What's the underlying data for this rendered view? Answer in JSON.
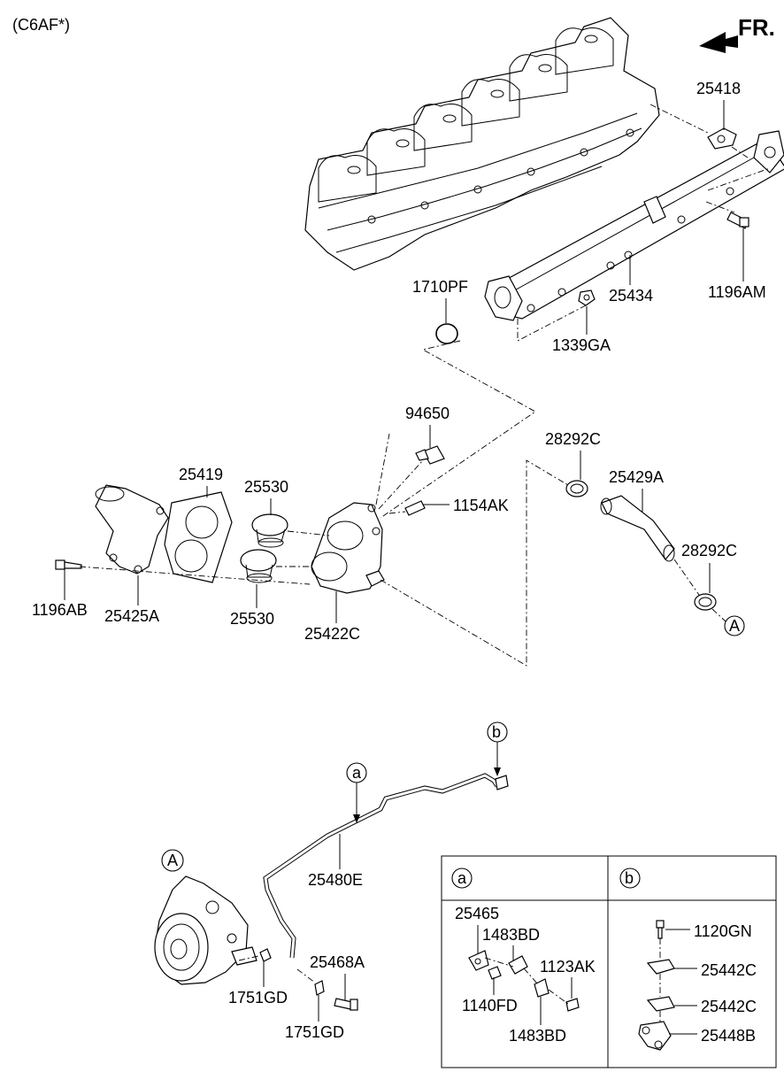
{
  "model_code": "(C6AF*)",
  "front_label": "FR.",
  "parts": {
    "p25418": "25418",
    "p1710PF": "1710PF",
    "p25434": "25434",
    "p1196AM": "1196AM",
    "p1339GA": "1339GA",
    "p94650": "94650",
    "p28292C_top": "28292C",
    "p25429A": "25429A",
    "p28292C_bottom": "28292C",
    "p25419": "25419",
    "p25530_top": "25530",
    "p1154AK": "1154AK",
    "p1196AB": "1196AB",
    "p25425A": "25425A",
    "p25530_bottom": "25530",
    "p25422C": "25422C",
    "p25480E": "25480E",
    "p25468A": "25468A",
    "p1751GD_left": "1751GD",
    "p1751GD_right": "1751GD"
  },
  "refs": {
    "A": "A",
    "a": "a",
    "b": "b"
  },
  "detail_table": {
    "col_a": {
      "header": "a",
      "labels": {
        "p25465": "25465",
        "p1483BD_top": "1483BD",
        "p1123AK": "1123AK",
        "p1140FD": "1140FD",
        "p1483BD_bottom": "1483BD"
      }
    },
    "col_b": {
      "header": "b",
      "labels": {
        "p1120GN": "1120GN",
        "p25442C_1": "25442C",
        "p25442C_2": "25442C",
        "p25448B": "25448B"
      }
    }
  }
}
